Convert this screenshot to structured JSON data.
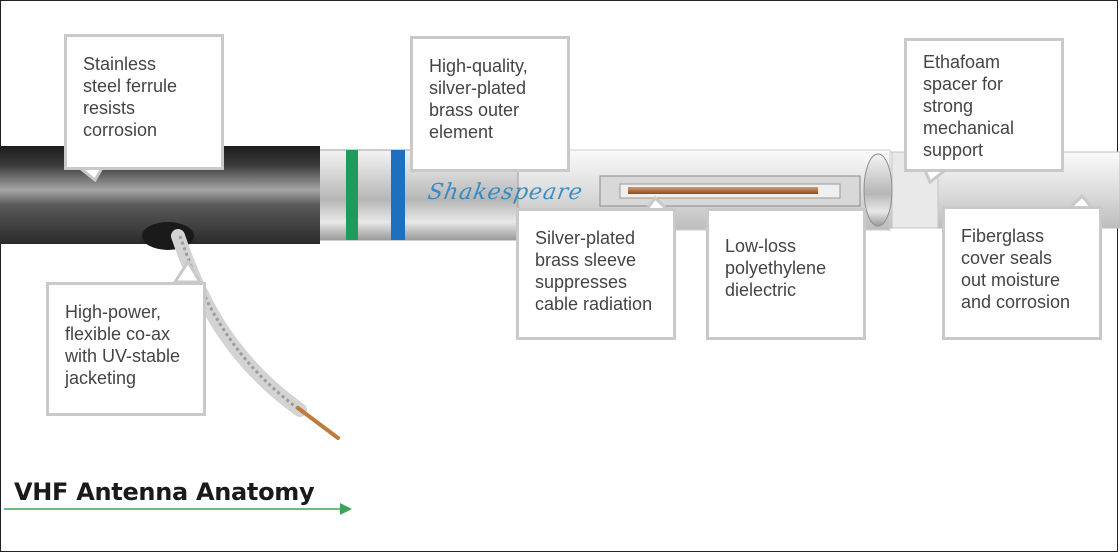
{
  "title": "VHF Antenna Anatomy",
  "brand": "Shakespeare",
  "colors": {
    "accent_green": "#1e9a5c",
    "accent_blue": "#1f6fc0",
    "box_border": "#c9c9c9",
    "title_arrow": "#3aa55a"
  },
  "callouts": {
    "ferrule": "Stainless\nsteel ferrule\nresists\ncorrosion",
    "outer_element": "High-quality,\nsilver-plated\nbrass outer\nelement",
    "spacer": "Ethafoam\nspacer for\nstrong\nmechanical\nsupport",
    "coax": "High-power,\nflexible co-ax\nwith UV-stable\njacketing",
    "sleeve": "Silver-plated\nbrass sleeve\nsuppresses\ncable radiation",
    "dielectric": "Low-loss\npolyethylene\ndielectric",
    "fiberglass": "Fiberglass\ncover seals\nout moisture\nand corrosion"
  }
}
